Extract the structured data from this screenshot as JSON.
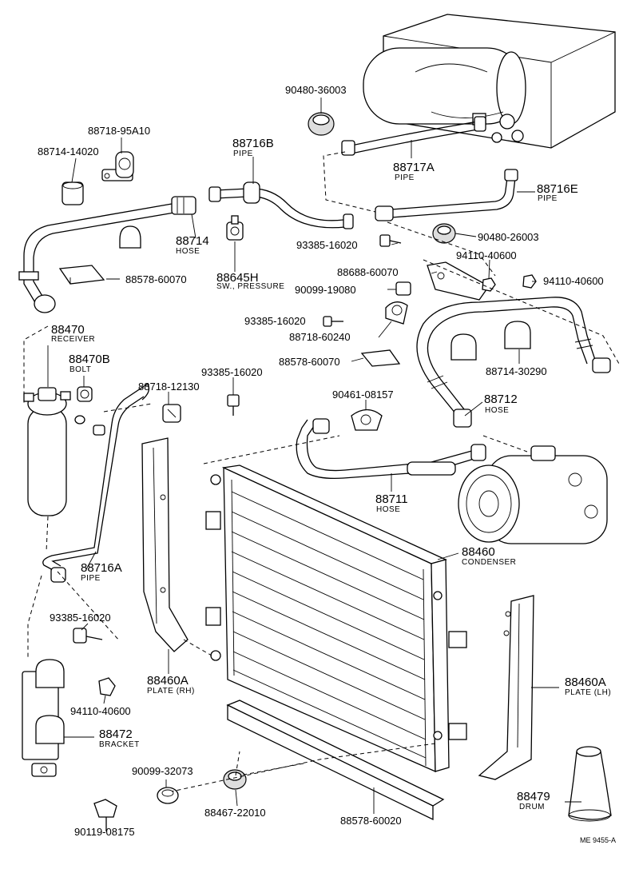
{
  "labels": {
    "p90480_36003": "90480-36003",
    "p88718_95A10": "88718-95A10",
    "p88714_14020": "88714-14020",
    "p88716B": "88716B",
    "p88716B_sub": "PIPE",
    "p88717A": "88717A",
    "p88717A_sub": "PIPE",
    "p88716E": "88716E",
    "p88716E_sub": "PIPE",
    "p88714": "88714",
    "p88714_sub": "HOSE",
    "p93385_a": "93385-16020",
    "p90480_26003": "90480-26003",
    "p88578_60070_a": "88578-60070",
    "p88645H": "88645H",
    "p88645H_sub": "SW., PRESSURE",
    "p88688_60070": "88688-60070",
    "p94110_a": "94110-40600",
    "p94110_b": "94110-40600",
    "p90099_19080": "90099-19080",
    "p88470": "88470",
    "p88470_sub": "RECEIVER",
    "p93385_b": "93385-16020",
    "p88718_60240": "88718-60240",
    "p88470B": "88470B",
    "p88470B_sub": "BOLT",
    "p88578_60070_b": "88578-60070",
    "p88714_30290": "88714-30290",
    "p88718_12130": "88718-12130",
    "p93385_c": "93385-16020",
    "p90461_08157": "90461-08157",
    "p88712": "88712",
    "p88712_sub": "HOSE",
    "p88711": "88711",
    "p88711_sub": "HOSE",
    "p88460": "88460",
    "p88460_sub": "CONDENSER",
    "p88716A": "88716A",
    "p88716A_sub": "PIPE",
    "p93385_d": "93385-16020",
    "p88460A_rh": "88460A",
    "p88460A_rh_sub": "PLATE (RH)",
    "p88460A_lh": "88460A",
    "p88460A_lh_sub": "PLATE (LH)",
    "p94110_c": "94110-40600",
    "p88472": "88472",
    "p88472_sub": "BRACKET",
    "p90099_32073": "90099-32073",
    "p88467_22010": "88467-22010",
    "p88578_60020": "88578-60020",
    "p88479": "88479",
    "p88479_sub": "DRUM",
    "p90119_08175": "90119-08175",
    "code": "ME  9455-A"
  }
}
